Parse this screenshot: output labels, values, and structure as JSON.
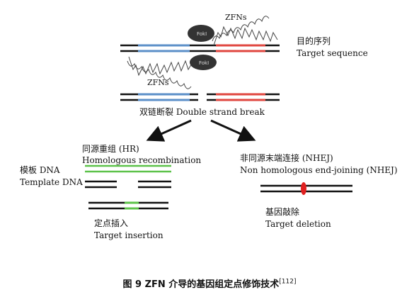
{
  "labels": {
    "zfns_top": "ZFNs",
    "zfns_bottom": "ZFNs",
    "fok_top": "FokI",
    "fok_bottom": "FokI",
    "target_sequence_cn": "目的序列",
    "target_sequence_en": "Target sequence",
    "dsb": "双链断裂 Double strand break",
    "hr_cn": "同源重组 (HR)",
    "hr_en": "Homologous recombination",
    "template_cn": "模板 DNA",
    "template_en": "Template DNA",
    "insertion_cn": "定点插入",
    "insertion_en": "Target insertion",
    "nhej_cn": "非同源末端连接 (NHEJ)",
    "nhej_en": "Non homologous end-joining (NHEJ)",
    "deletion_cn": "基因敲除",
    "deletion_en": "Target deletion"
  },
  "caption": {
    "text": "图 9   ZFN 介导的基因组定点修饰技术",
    "ref": "[112]"
  },
  "colors": {
    "dna_black": "#111111",
    "blue_arm": "#5b8fc8",
    "red_arm": "#e0463f",
    "green_template": "#5dc24a",
    "red_deletion": "#e02020",
    "fok_dark": "#333333"
  }
}
